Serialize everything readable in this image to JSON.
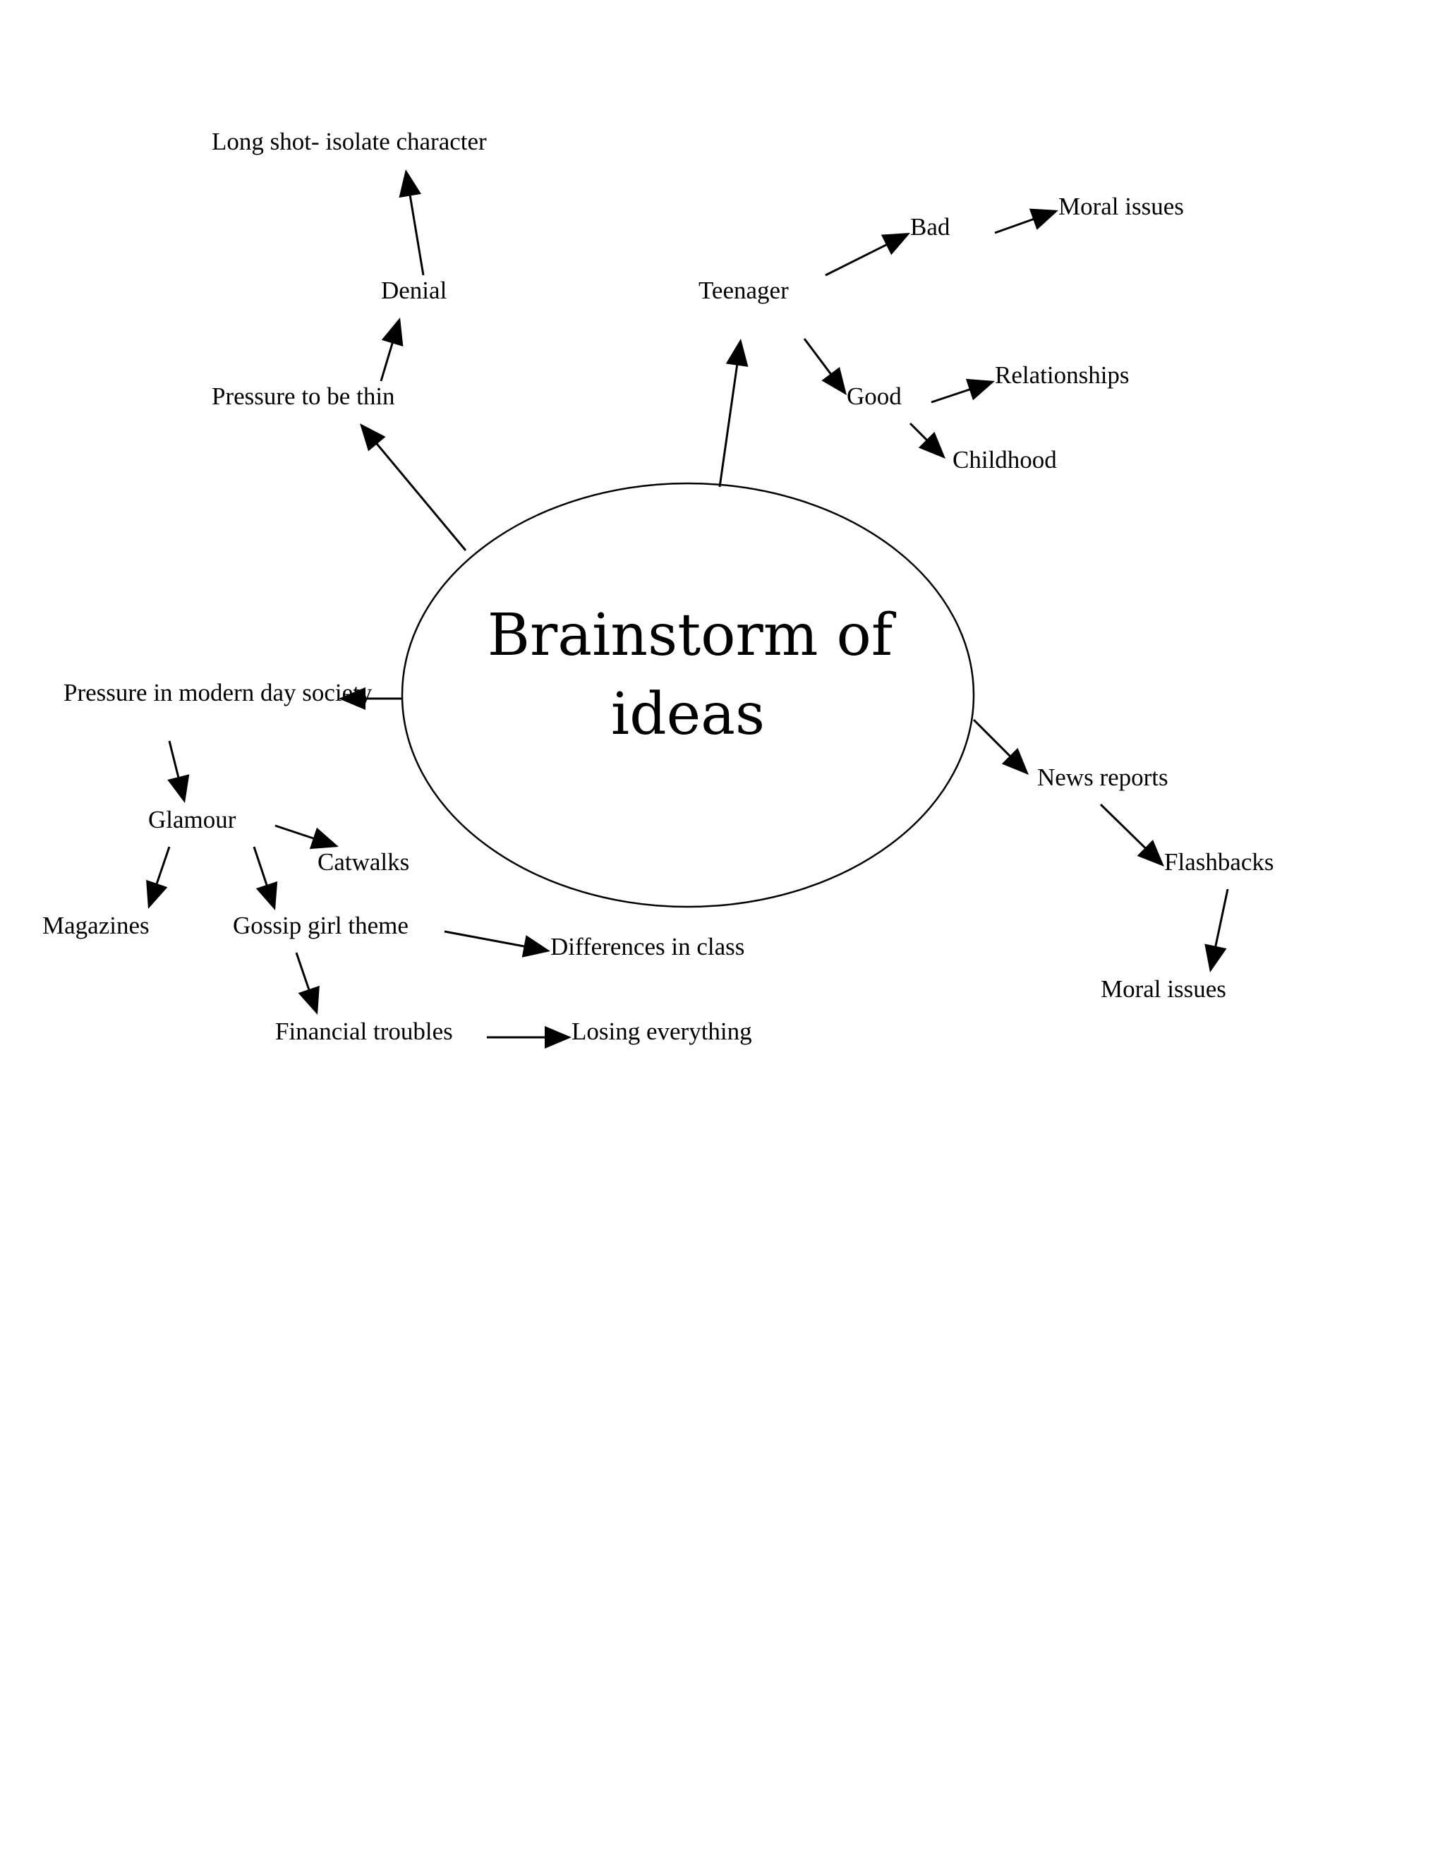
{
  "center": {
    "title_line_1": "Brainstorm of",
    "title_line_2": "ideas"
  },
  "nodes": {
    "long_shot": "Long shot- isolate character",
    "denial": "Denial",
    "pressure_thin": "Pressure to be thin",
    "teenager": "Teenager",
    "bad": "Bad",
    "moral_issues_top": "Moral issues",
    "good": "Good",
    "relationships": "Relationships",
    "childhood": "Childhood",
    "pressure_society": "Pressure in modern day society",
    "glamour": "Glamour",
    "catwalks": "Catwalks",
    "magazines": "Magazines",
    "gossip_girl": "Gossip girl theme",
    "differences_class": "Differences in class",
    "financial_troubles": "Financial troubles",
    "losing_everything": "Losing everything",
    "news_reports": "News reports",
    "flashbacks": "Flashbacks",
    "moral_issues_bottom": "Moral issues"
  },
  "style": {
    "line_color": "#000000",
    "background": "#ffffff"
  }
}
